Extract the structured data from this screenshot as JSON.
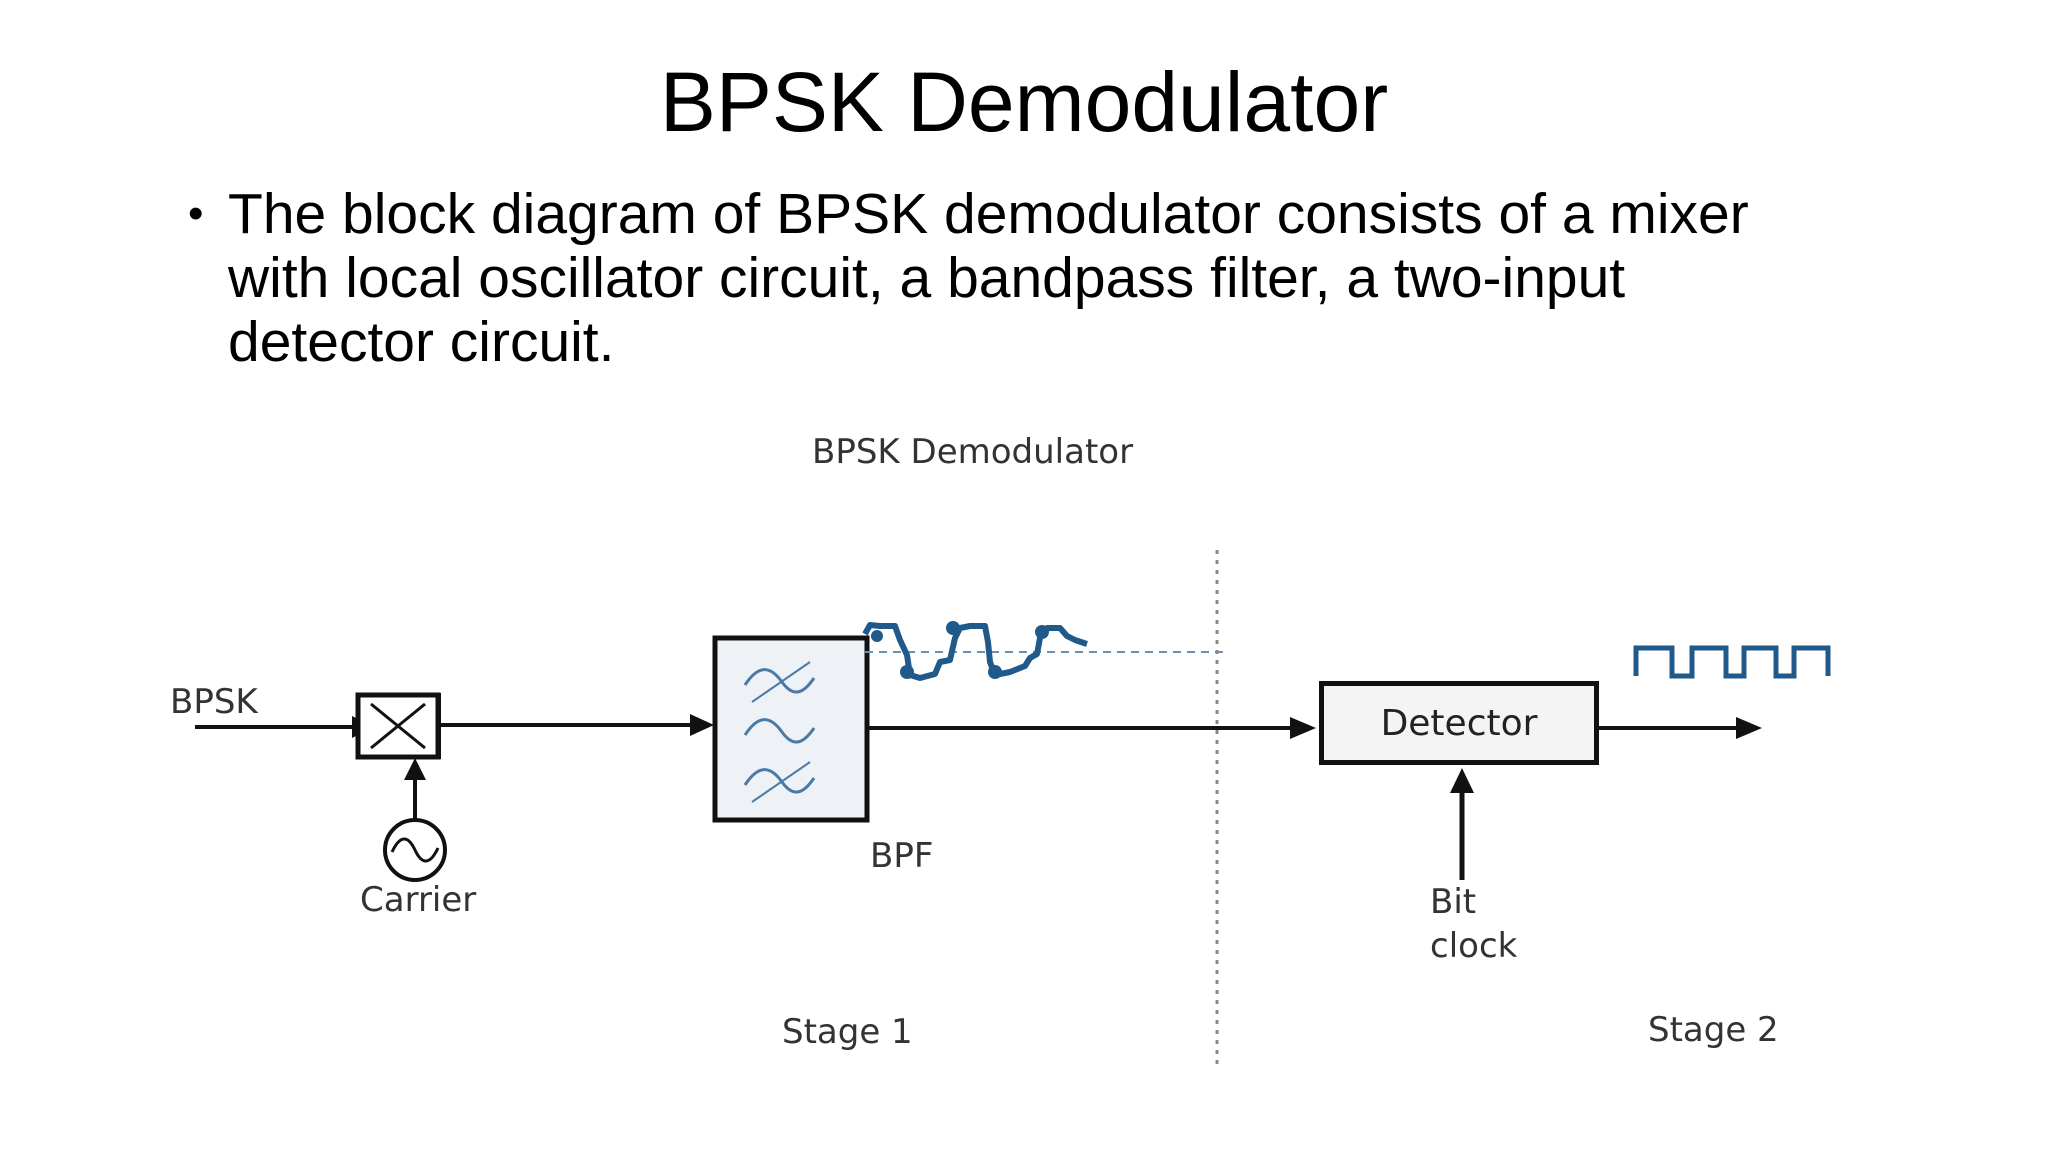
{
  "slide": {
    "title": "BPSK Demodulator",
    "bullets": [
      {
        "lines": [
          "The block diagram of BPSK demodulator consists of a mixer",
          "with local oscillator circuit, a bandpass filter, a two-input",
          "detector circuit."
        ]
      }
    ]
  },
  "diagram": {
    "title": "BPSK Demodulator",
    "input_label": "BPSK",
    "carrier_label": "Carrier",
    "bpf_label": "BPF",
    "detector_label": "Detector",
    "bit_clock_line1": "Bit",
    "bit_clock_line2": "clock",
    "stage1_label": "Stage 1",
    "stage2_label": "Stage 2",
    "icons": [
      "mixer-icon",
      "oscillator-icon",
      "bandpass-filter-icon",
      "filtered-waveform-icon",
      "square-wave-output-icon"
    ],
    "colors": {
      "line": "#111111",
      "waveform": "#1f5a8a",
      "filter_fill": "#e6ecf2",
      "filter_wave": "#4a7aa6",
      "separator": "#888888"
    }
  }
}
